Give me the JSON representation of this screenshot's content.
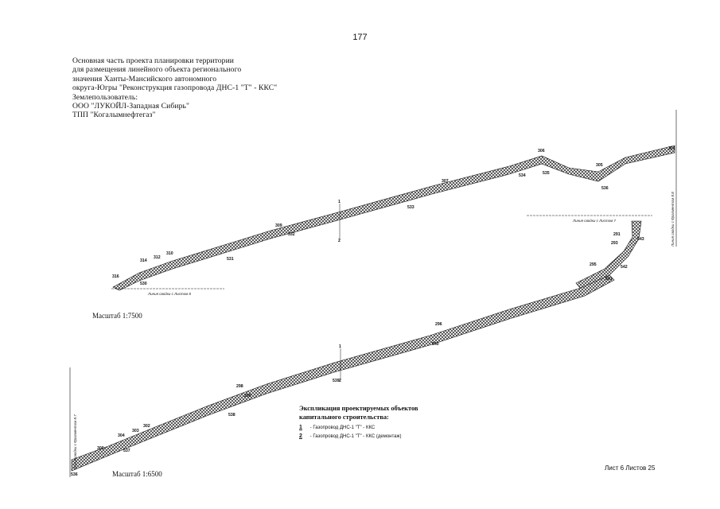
{
  "page_number": "177",
  "header_lines": [
    "Основная часть проекта планировки территории",
    "для размещения линейного объекта регионального",
    "значения Ханты-Мансийского автономного",
    "округа-Югры \"Реконструкция газопровода ДНС-1 \"Т\" - ККС\"",
    "Землепользователь:",
    "ООО \"ЛУКОЙЛ-Западная Сибирь\"",
    "ТПП \"Когалымнефтегаз\""
  ],
  "upper_scale": "Масштаб 1:7500",
  "lower_scale": "Масштаб 1:6500",
  "sheet_info": "Лист 6 Листов 25",
  "match_lines": {
    "upper_left": "Линия сводки с Листом 8",
    "upper_right": "Линия сводки с Листом 7",
    "right_vertical": "Линия сводки с Фрагментом 8.8",
    "left_vertical": "Линия сводки с Фрагментом 8.7"
  },
  "legend": {
    "title": [
      "Экспликация проектируемых объектов",
      "капитального строительства:"
    ],
    "items": [
      {
        "num": "1",
        "text": "- Газопровод ДНС-1 \"Т\" - ККС"
      },
      {
        "num": "2",
        "text": "- Газопровод ДНС-1 \"Т\" - ККС (демонтаж)"
      }
    ]
  },
  "upper_points": [
    "316",
    "314",
    "312",
    "310",
    "309",
    "307",
    "306",
    "305",
    "301",
    "291",
    "293",
    "536",
    "535",
    "534",
    "533",
    "532",
    "531",
    "530",
    "543",
    "542",
    "541",
    "295"
  ],
  "lower_points": [
    "298",
    "296",
    "540",
    "539",
    "538",
    "537",
    "302",
    "303",
    "304",
    "299",
    "300",
    "536"
  ],
  "pipe_markers": [
    "1",
    "2",
    "1",
    "2"
  ],
  "colors": {
    "ink": "#111111",
    "hatch": "#333333"
  }
}
